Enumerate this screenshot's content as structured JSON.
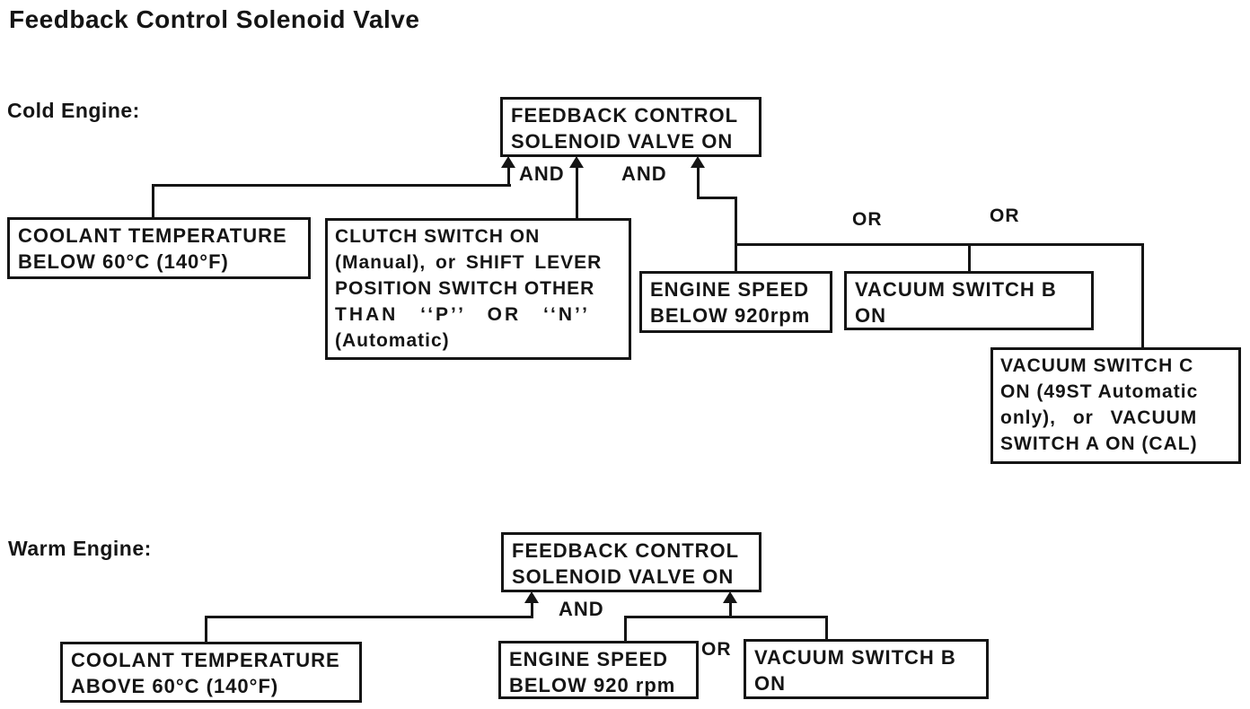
{
  "title": "Feedback Control Solenoid Valve",
  "colors": {
    "ink": "#151515",
    "paper": "#ffffff"
  },
  "cold": {
    "heading": "Cold Engine:",
    "result_box": {
      "line1": "FEEDBACK CONTROL",
      "line2": "SOLENOID VALVE ON"
    },
    "and1": "AND",
    "and2": "AND",
    "or1": "OR",
    "or2": "OR",
    "coolant": {
      "line1": "COOLANT TEMPERATURE",
      "line2": "BELOW 60°C (140°F)"
    },
    "clutch": {
      "lines": [
        "CLUTCH SWITCH ON",
        "(Manual), or SHIFT LEVER",
        "POSITION SWITCH OTHER",
        "THAN ‘‘P’’ OR ‘‘N’’",
        "(Automatic)"
      ]
    },
    "engine_speed": {
      "line1": "ENGINE SPEED",
      "line2": "BELOW 920rpm"
    },
    "vacuum_b": {
      "line1": "VACUUM SWITCH B",
      "line2": "ON"
    },
    "vacuum_c": {
      "lines": [
        "VACUUM SWITCH C",
        "ON (49ST Automatic",
        "only), or VACUUM",
        "SWITCH A ON (CAL)"
      ]
    }
  },
  "warm": {
    "heading": "Warm Engine:",
    "result_box": {
      "line1": "FEEDBACK CONTROL",
      "line2": "SOLENOID VALVE ON"
    },
    "and1": "AND",
    "or1": "OR",
    "coolant": {
      "line1": "COOLANT TEMPERATURE",
      "line2": "ABOVE 60°C (140°F)"
    },
    "engine_speed": {
      "line1": "ENGINE SPEED",
      "line2": "BELOW 920 rpm"
    },
    "vacuum_b": {
      "line1": "VACUUM SWITCH B",
      "line2": "ON"
    }
  }
}
